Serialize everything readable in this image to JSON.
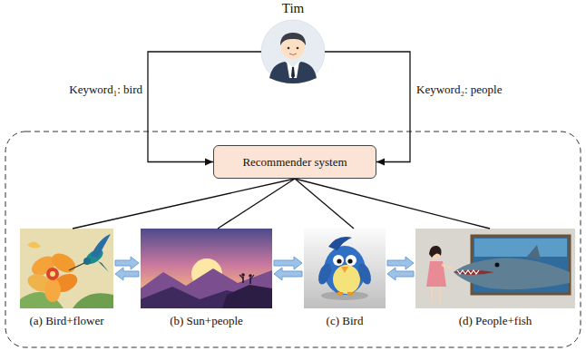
{
  "diagram": {
    "nodes": [
      {
        "text": [
          "Tim"
        ]
      },
      {
        "text": [
          "Recommender system"
        ]
      },
      {
        "text": [
          "(a) Bird+flower"
        ]
      },
      {
        "text": [
          "(b) Sun+people"
        ]
      },
      {
        "text": [
          "(c) Bird"
        ]
      },
      {
        "text": [
          "(d) People+fish"
        ]
      }
    ],
    "edges": [
      {
        "from": 0,
        "to": 1,
        "arrow": "to",
        "label": "Keyword₁: bird"
      },
      {
        "from": 0,
        "to": 1,
        "arrow": "to",
        "label": "Keyword₂: people"
      },
      {
        "from": 1,
        "to": 2,
        "arrow": "none"
      },
      {
        "from": 1,
        "to": 3,
        "arrow": "none"
      },
      {
        "from": 1,
        "to": 4,
        "arrow": "none"
      },
      {
        "from": 1,
        "to": 5,
        "arrow": "none"
      },
      {
        "from": 2,
        "to": 3,
        "arrow": "to"
      },
      {
        "from": 3,
        "to": 2,
        "arrow": "to"
      },
      {
        "from": 3,
        "to": 4,
        "arrow": "to"
      },
      {
        "from": 4,
        "to": 3,
        "arrow": "to"
      },
      {
        "from": 4,
        "to": 5,
        "arrow": "to"
      },
      {
        "from": 5,
        "to": 4,
        "arrow": "to"
      }
    ]
  }
}
